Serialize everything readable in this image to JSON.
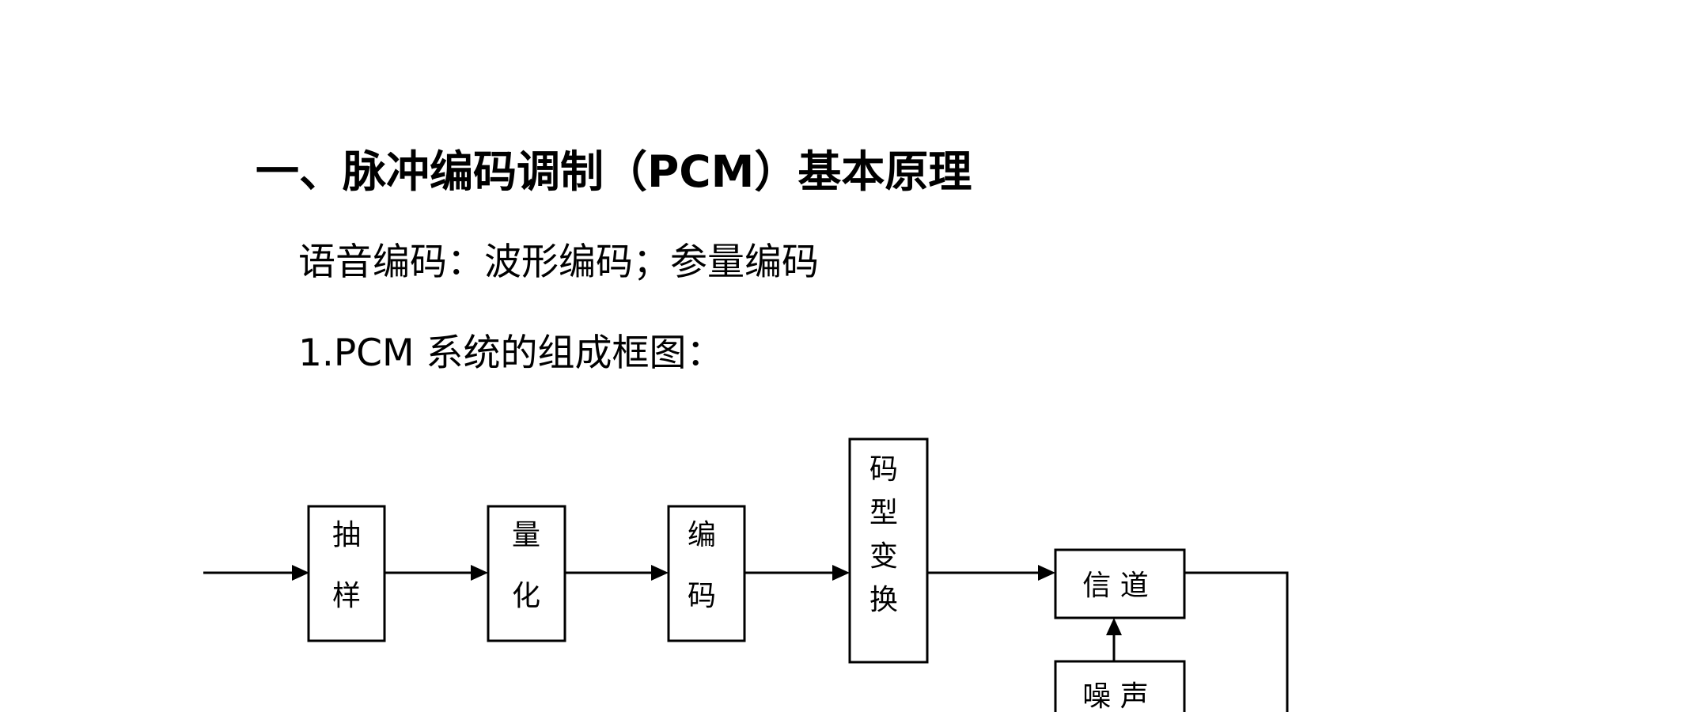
{
  "heading": "一、脉冲编码调制（PCM）基本原理",
  "intro_line": "语音编码：波形编码；参量编码",
  "section_line": "1.PCM 系统的组成框图：",
  "blocks": {
    "sampling": [
      "抽",
      "样"
    ],
    "quantization": [
      "量",
      "化"
    ],
    "encoding": [
      "编",
      "码"
    ],
    "code_conversion": [
      "码",
      "型",
      "变",
      "换"
    ],
    "channel": "信 道",
    "noise": "噪 声"
  }
}
